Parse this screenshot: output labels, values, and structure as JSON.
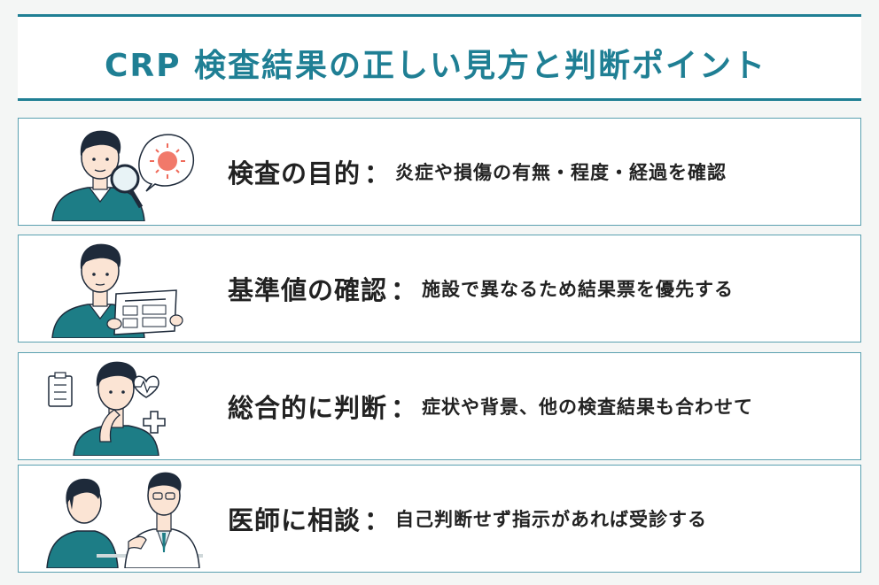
{
  "title": "CRP 検査結果の正しい見方と判断ポイント",
  "separator": "：",
  "colors": {
    "accent": "#1f7f94",
    "sweater": "#1d7d86",
    "hair": "#1e2a3a"
  },
  "points": [
    {
      "heading": "検査の目的",
      "description": "炎症や損傷の有無・程度・経過を確認",
      "icons": [
        "person-magnifier-icon",
        "inflammation-bubble-icon"
      ]
    },
    {
      "heading": "基準値の確認",
      "description": "施設で異なるため結果票を優先する",
      "icons": [
        "person-reading-report-icon"
      ]
    },
    {
      "heading": "総合的に判断",
      "description": "症状や背景、他の検査結果も合わせて",
      "icons": [
        "clipboard-icon",
        "heart-rate-icon",
        "medical-cross-icon",
        "person-thinking-icon"
      ]
    },
    {
      "heading": "医師に相談",
      "description": "自己判断せず指示があれば受診する",
      "icons": [
        "patient-icon",
        "doctor-icon"
      ]
    }
  ]
}
